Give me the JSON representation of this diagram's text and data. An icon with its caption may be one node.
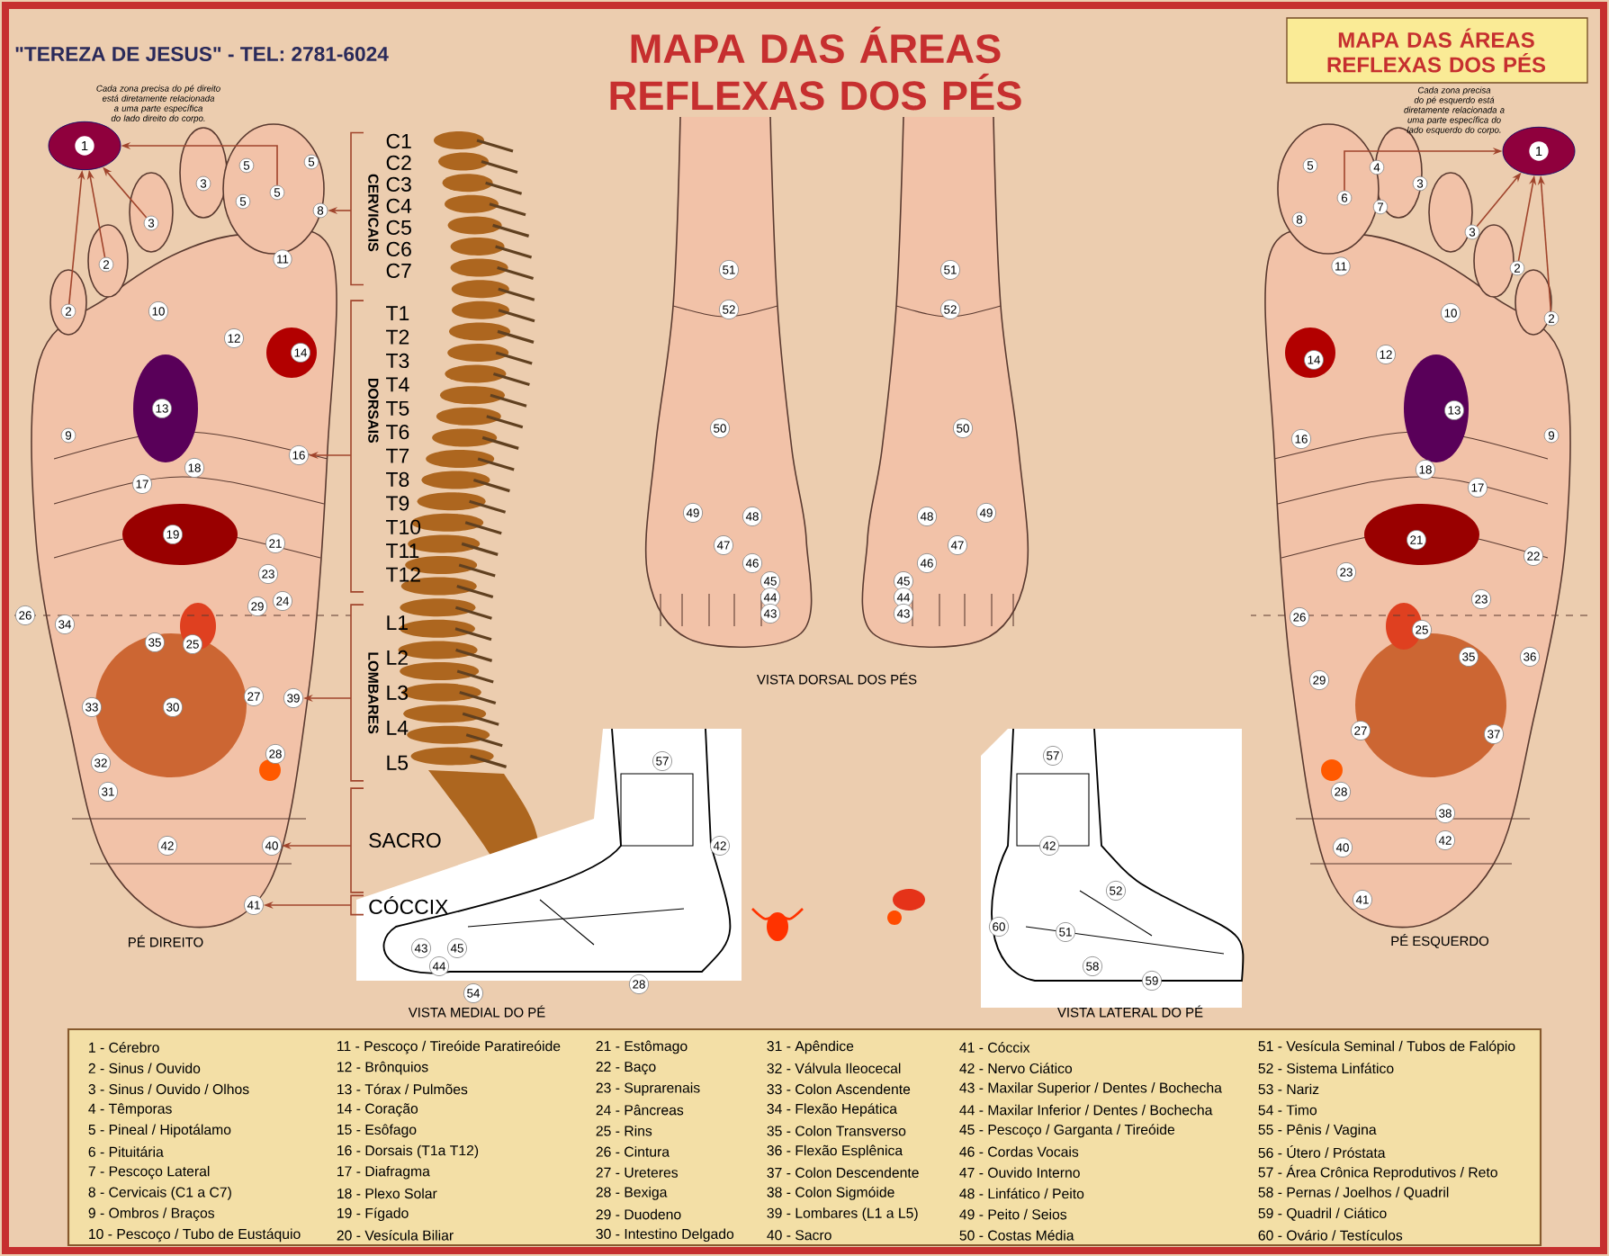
{
  "diagram": {
    "title": "MAPA DAS ÁREAS REFLEXAS DOS PÉS",
    "nodes": [
      {
        "text": [
          "CERVICAIS",
          "C1",
          "C2",
          "C3",
          "C4",
          "C5",
          "C6",
          "C7"
        ]
      },
      {
        "text": [
          "DORSAIS",
          "T1",
          "T2",
          "T3",
          "T4",
          "T5",
          "T6",
          "T7",
          "T8",
          "T9",
          "T10",
          "T11",
          "T12"
        ]
      },
      {
        "text": [
          "LOMBARES",
          "L1",
          "L2",
          "L3",
          "L4",
          "L5"
        ]
      },
      {
        "text": [
          "SACRO"
        ]
      },
      {
        "text": [
          "CÓCCIX"
        ]
      },
      {
        "text": [
          "1"
        ]
      },
      {
        "text": [
          "5"
        ]
      },
      {
        "text": [
          "5"
        ]
      },
      {
        "text": [
          "3"
        ]
      },
      {
        "text": [
          "5"
        ]
      },
      {
        "text": [
          "5"
        ]
      },
      {
        "text": [
          "8"
        ]
      },
      {
        "text": [
          "3"
        ]
      },
      {
        "text": [
          "11"
        ]
      },
      {
        "text": [
          "2"
        ]
      },
      {
        "text": [
          "10"
        ]
      },
      {
        "text": [
          "2"
        ]
      },
      {
        "text": [
          "12"
        ]
      },
      {
        "text": [
          "14"
        ]
      },
      {
        "text": [
          "13"
        ]
      },
      {
        "text": [
          "9"
        ]
      },
      {
        "text": [
          "16"
        ]
      },
      {
        "text": [
          "18"
        ]
      },
      {
        "text": [
          "17"
        ]
      },
      {
        "text": [
          "19"
        ]
      },
      {
        "text": [
          "21"
        ]
      },
      {
        "text": [
          "23"
        ]
      },
      {
        "text": [
          "24"
        ]
      },
      {
        "text": [
          "29"
        ]
      },
      {
        "text": [
          "26"
        ]
      },
      {
        "text": [
          "34"
        ]
      },
      {
        "text": [
          "35"
        ]
      },
      {
        "text": [
          "25"
        ]
      },
      {
        "text": [
          "27"
        ]
      },
      {
        "text": [
          "39"
        ]
      },
      {
        "text": [
          "33"
        ]
      },
      {
        "text": [
          "30"
        ]
      },
      {
        "text": [
          "28"
        ]
      },
      {
        "text": [
          "32"
        ]
      },
      {
        "text": [
          "31"
        ]
      },
      {
        "text": [
          "42"
        ]
      },
      {
        "text": [
          "40"
        ]
      },
      {
        "text": [
          "41"
        ]
      },
      {
        "text": [
          "51"
        ]
      },
      {
        "text": [
          "52"
        ]
      },
      {
        "text": [
          "50"
        ]
      },
      {
        "text": [
          "49"
        ]
      },
      {
        "text": [
          "48"
        ]
      },
      {
        "text": [
          "47"
        ]
      },
      {
        "text": [
          "46"
        ]
      },
      {
        "text": [
          "45"
        ]
      },
      {
        "text": [
          "44"
        ]
      },
      {
        "text": [
          "43"
        ]
      },
      {
        "text": [
          "51"
        ]
      },
      {
        "text": [
          "52"
        ]
      },
      {
        "text": [
          "50"
        ]
      },
      {
        "text": [
          "48"
        ]
      },
      {
        "text": [
          "49"
        ]
      },
      {
        "text": [
          "47"
        ]
      },
      {
        "text": [
          "46"
        ]
      },
      {
        "text": [
          "45"
        ]
      },
      {
        "text": [
          "44"
        ]
      },
      {
        "text": [
          "43"
        ]
      },
      {
        "text": [
          "57"
        ]
      },
      {
        "text": [
          "42"
        ]
      },
      {
        "text": [
          "43"
        ]
      },
      {
        "text": [
          "44"
        ]
      },
      {
        "text": [
          "45"
        ]
      },
      {
        "text": [
          "54"
        ]
      },
      {
        "text": [
          "28"
        ]
      },
      {
        "text": [
          "57"
        ]
      },
      {
        "text": [
          "52"
        ]
      },
      {
        "text": [
          "51"
        ]
      },
      {
        "text": [
          "60"
        ]
      },
      {
        "text": [
          "58"
        ]
      },
      {
        "text": [
          "59"
        ]
      },
      {
        "text": [
          "42"
        ]
      },
      {
        "text": [
          "1"
        ]
      },
      {
        "text": [
          "5"
        ]
      },
      {
        "text": [
          "4"
        ]
      },
      {
        "text": [
          "3"
        ]
      },
      {
        "text": [
          "6"
        ]
      },
      {
        "text": [
          "7"
        ]
      },
      {
        "text": [
          "8"
        ]
      },
      {
        "text": [
          "3"
        ]
      },
      {
        "text": [
          "11"
        ]
      },
      {
        "text": [
          "2"
        ]
      },
      {
        "text": [
          "10"
        ]
      },
      {
        "text": [
          "2"
        ]
      },
      {
        "text": [
          "12"
        ]
      },
      {
        "text": [
          "14"
        ]
      },
      {
        "text": [
          "13"
        ]
      },
      {
        "text": [
          "9"
        ]
      },
      {
        "text": [
          "16"
        ]
      },
      {
        "text": [
          "18"
        ]
      },
      {
        "text": [
          "17"
        ]
      },
      {
        "text": [
          "21"
        ]
      },
      {
        "text": [
          "22"
        ]
      },
      {
        "text": [
          "23"
        ]
      },
      {
        "text": [
          "23"
        ]
      },
      {
        "text": [
          "26"
        ]
      },
      {
        "text": [
          "25"
        ]
      },
      {
        "text": [
          "35"
        ]
      },
      {
        "text": [
          "36"
        ]
      },
      {
        "text": [
          "29"
        ]
      },
      {
        "text": [
          "27"
        ]
      },
      {
        "text": [
          "37"
        ]
      },
      {
        "text": [
          "28"
        ]
      },
      {
        "text": [
          "38"
        ]
      },
      {
        "text": [
          "42"
        ]
      },
      {
        "text": [
          "40"
        ]
      },
      {
        "text": [
          "41"
        ]
      }
    ],
    "edges": [
      {
        "from": 0,
        "to": 11,
        "arrow": "to"
      },
      {
        "from": 1,
        "to": 21,
        "arrow": "to"
      },
      {
        "from": 2,
        "to": 34,
        "arrow": "to"
      },
      {
        "from": 3,
        "to": 41,
        "arrow": "to"
      },
      {
        "from": 4,
        "to": 42,
        "arrow": "to"
      },
      {
        "from": 12,
        "to": 5,
        "arrow": "to"
      },
      {
        "from": 14,
        "to": 5,
        "arrow": "to"
      },
      {
        "from": 16,
        "to": 5,
        "arrow": "to"
      },
      {
        "from": 9,
        "to": 5,
        "arrow": "to"
      },
      {
        "from": 84,
        "to": 77,
        "arrow": "to"
      },
      {
        "from": 86,
        "to": 77,
        "arrow": "to"
      },
      {
        "from": 88,
        "to": 77,
        "arrow": "to"
      },
      {
        "from": 81,
        "to": 77,
        "arrow": "to"
      }
    ],
    "labels": [
      "\"TEREZA DE JESUS\" - TEL: 2781-6024",
      "Cada zona precisa do pé direito está diretamente relacionada a uma parte específica do lado direito do corpo.",
      "MAPA DAS ÁREAS REFLEXAS DOS PÉS",
      "Cada zona precisa do pé esquerdo está diretamente relacionada a uma parte específica do lado esquerdo do corpo.",
      "PÉ DIREITO",
      "VISTA DORSAL DOS PÉS",
      "VISTA MEDIAL DO PÉ",
      "VISTA LATERAL DO PÉ",
      "PÉ ESQUERDO",
      "1 - Cérebro",
      "2 - Sinus / Ouvido",
      "3 - Sinus / Ouvido / Olhos",
      "4 - Têmporas",
      "5 - Pineal / Hipotálamo",
      "6 - Pituitária",
      "7 - Pescoço Lateral",
      "8 - Cervicais (C1 a C7)",
      "9 - Ombros / Braços",
      "10 - Pescoço / Tubo de Eustáquio",
      "11 - Pescoço / Tireóide Paratireóide",
      "12 - Brônquios",
      "13 - Tórax / Pulmões",
      "14 - Coração",
      "15 - Esôfago",
      "16 - Dorsais (T1a T12)",
      "17 - Diafragma",
      "18 - Plexo Solar",
      "19 - Fígado",
      "20 - Vesícula Biliar",
      "21 - Estômago",
      "22 - Baço",
      "23 - Suprarenais",
      "24 - Pâncreas",
      "25 - Rins",
      "26 - Cintura",
      "27 - Ureteres",
      "28 - Bexiga",
      "29 - Duodeno",
      "30 - Intestino Delgado",
      "31 - Apêndice",
      "32 - Válvula Ileocecal",
      "33 - Colon Ascendente",
      "34 - Flexão Hepática",
      "35 - Colon Transverso",
      "36 - Flexão Esplênica",
      "37 - Colon Descendente",
      "38 - Colon Sigmóide",
      "39 - Lombares (L1 a L5)",
      "40 - Sacro",
      "41 - Cóccix",
      "42 - Nervo Ciático",
      "43 - Maxilar Superior / Dentes / Bochecha",
      "44 - Maxilar Inferior / Dentes / Bochecha",
      "45 - Pescoço / Garganta / Tireóide",
      "46 - Cordas Vocais",
      "47 - Ouvido Interno",
      "48 - Linfático / Peito",
      "49 - Peito / Seios",
      "50 - Costas Média",
      "51 - Vesícula Seminal / Tubos de Falópio",
      "52 - Sistema Linfático",
      "53 - Nariz",
      "54 - Timo",
      "55 - Pênis / Vagina",
      "56 - Útero / Próstata",
      "57 - Área Crônica Reprodutivos / Reto",
      "58 - Pernas / Joelhos / Quadril",
      "59 - Quadril / Ciático",
      "60 - Ovário / Testículos"
    ]
  }
}
